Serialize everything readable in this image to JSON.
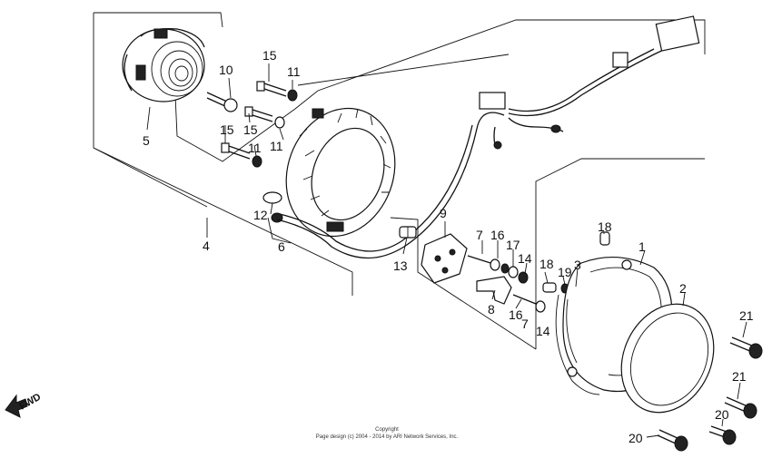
{
  "callouts": {
    "p1": "1",
    "p2": "2",
    "p3": "3",
    "p4": "4",
    "p5": "5",
    "p6": "6",
    "p7a": "7",
    "p7b": "7",
    "p8": "8",
    "p9": "9",
    "p10": "10",
    "p11a": "11",
    "p11b": "11",
    "p11c": "11",
    "p12": "12",
    "p13": "13",
    "p14a": "14",
    "p14b": "14",
    "p15a": "15",
    "p15b": "15",
    "p15c": "15",
    "p16a": "16",
    "p16b": "16",
    "p17": "17",
    "p18a": "18",
    "p18b": "18",
    "p19": "19",
    "p20a": "20",
    "p20b": "20",
    "p21a": "21",
    "p21b": "21"
  },
  "direction_label": "FWD",
  "footer": {
    "line1": "Copyright",
    "line2": "Page design (c) 2004 - 2014 by ARI Network Services, Inc."
  }
}
